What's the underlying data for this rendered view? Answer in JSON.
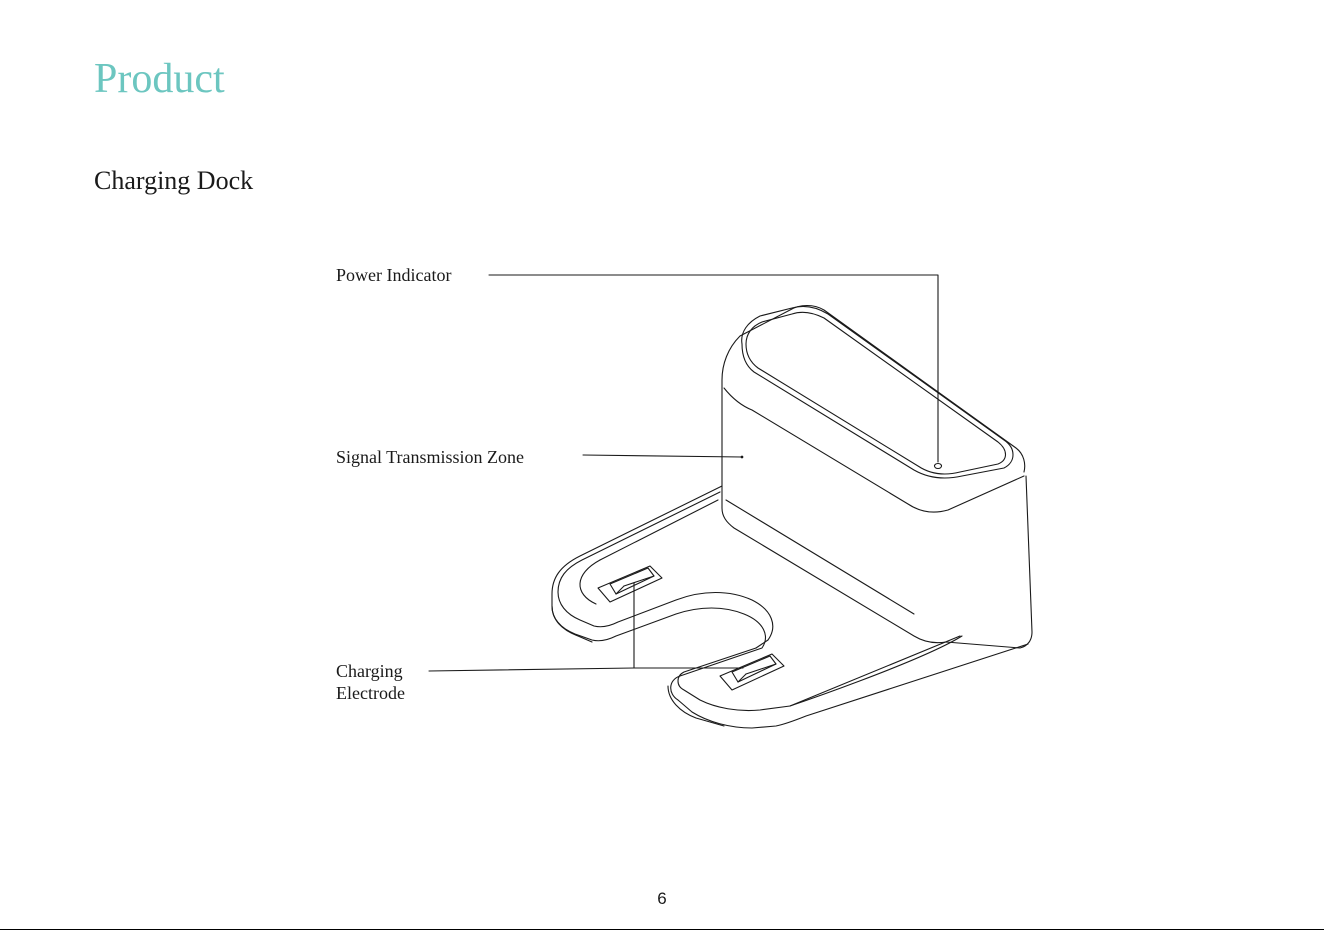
{
  "page": {
    "title": "Product",
    "section_title": "Charging Dock",
    "page_number": "6",
    "accent_color": "#6cc6c0"
  },
  "labels": {
    "power_indicator": "Power Indicator",
    "signal_zone": "Signal Transmission Zone",
    "charging_line1": "Charging",
    "charging_line2": "Electrode"
  },
  "illustration": {
    "subject": "charging-dock-line-drawing"
  }
}
